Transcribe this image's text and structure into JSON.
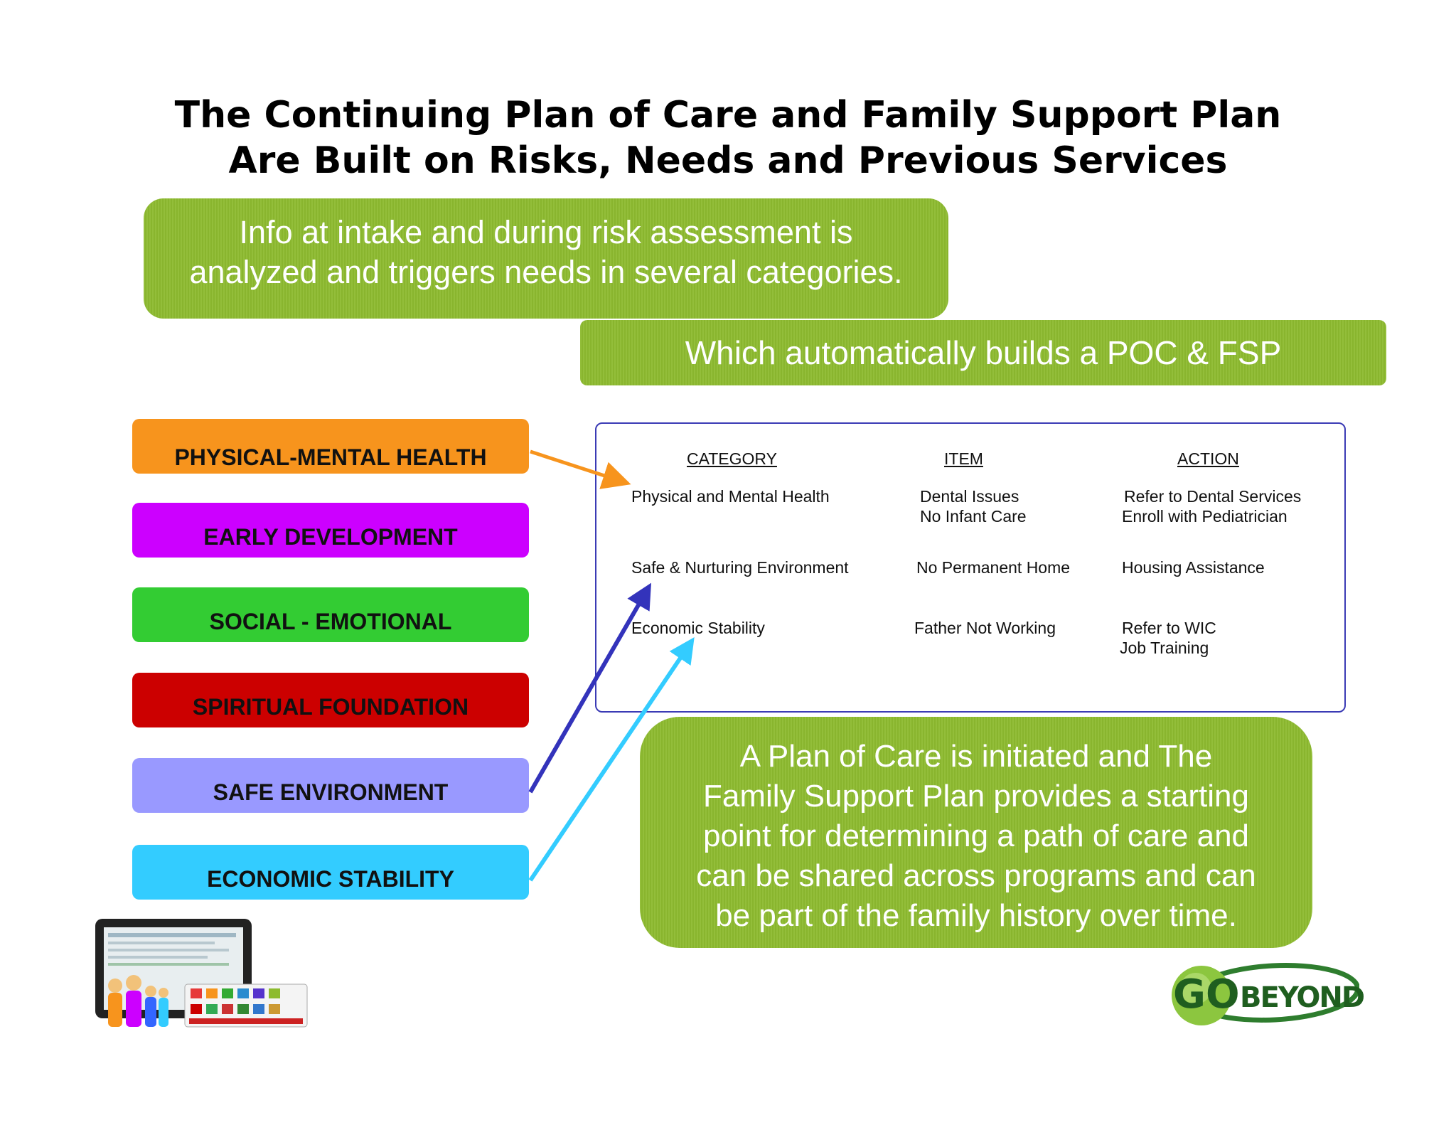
{
  "title": {
    "line1": "The Continuing Plan of Care and Family Support Plan",
    "line2": "Are Built on Risks, Needs and Previous Services"
  },
  "intake_box": {
    "line1": "Info at intake and during risk assessment is",
    "line2": "analyzed and triggers needs in several categories."
  },
  "builds_box": {
    "text": "Which automatically builds a POC & FSP"
  },
  "categories": [
    {
      "label": "PHYSICAL-MENTAL HEALTH",
      "color": "#f7941d"
    },
    {
      "label": "EARLY DEVELOPMENT",
      "color": "#cc00ff"
    },
    {
      "label": "SOCIAL - EMOTIONAL",
      "color": "#33cc33"
    },
    {
      "label": "SPIRITUAL FOUNDATION",
      "color": "#cc0000"
    },
    {
      "label": "SAFE ENVIRONMENT",
      "color": "#9999ff"
    },
    {
      "label": "ECONOMIC STABILITY",
      "color": "#33ccff"
    }
  ],
  "table": {
    "headers": {
      "category": "CATEGORY",
      "item": "ITEM",
      "action": "ACTION"
    },
    "rows": [
      {
        "category": "Physical and Mental Health",
        "item1": "Dental Issues",
        "item2": "No Infant Care",
        "action1": "Refer to Dental Services",
        "action2": "Enroll with Pediatrician"
      },
      {
        "category": "Safe & Nurturing Environment",
        "item1": "No Permanent Home",
        "item2": "",
        "action1": "Housing Assistance",
        "action2": ""
      },
      {
        "category": "Economic Stability",
        "item1": "Father Not Working",
        "item2": "",
        "action1": "Refer to WIC",
        "action2": "Job Training"
      }
    ]
  },
  "plan_box": {
    "line1": "A Plan of Care is initiated and The",
    "line2": "Family Support Plan provides a starting",
    "line3": "point for determining a path of care and",
    "line4": "can be shared across programs and can",
    "line5": "be part of the family history over time."
  },
  "logo": {
    "go": "GO",
    "beyond": "BEYOND"
  },
  "colors": {
    "green_box": "#8dbb2f",
    "table_border": "#3b3bb5",
    "arrow_dark": "#3333bb",
    "arrow_light": "#33ccff",
    "arrow_orange": "#f7941d"
  }
}
